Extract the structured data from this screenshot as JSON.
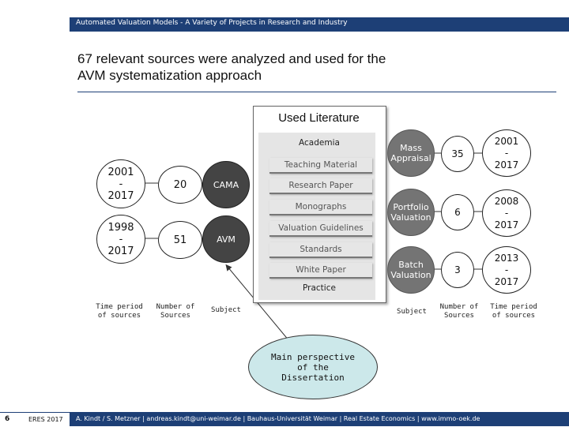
{
  "header": {
    "text": "Automated Valuation Models - A Variety of Projects in Research and Industry"
  },
  "title": {
    "line1": "67 relevant sources were analyzed and used for the",
    "line2": "AVM systematization approach"
  },
  "literature": {
    "title": "Used Literature",
    "academia": "Academia",
    "practice": "Practice",
    "items": [
      "Teaching Material",
      "Research Paper",
      "Monographs",
      "Valuation Guidelines",
      "Standards",
      "White Paper"
    ]
  },
  "left": {
    "rows": [
      {
        "period": [
          "2001",
          "-",
          "2017"
        ],
        "count": "20",
        "subject": "CAMA"
      },
      {
        "period": [
          "1998",
          "-",
          "2017"
        ],
        "count": "51",
        "subject": "AVM"
      }
    ],
    "captions": {
      "time": [
        "Time period",
        "of sources"
      ],
      "number": [
        "Number of",
        "Sources"
      ],
      "subject": "Subject"
    }
  },
  "right": {
    "rows": [
      {
        "subject": [
          "Mass",
          "Appraisal"
        ],
        "count": "35",
        "period": [
          "2001",
          "-",
          "2017"
        ]
      },
      {
        "subject": [
          "Portfolio",
          "Valuation"
        ],
        "count": "6",
        "period": [
          "2008",
          "-",
          "2017"
        ]
      },
      {
        "subject": [
          "Batch",
          "Valuation"
        ],
        "count": "3",
        "period": [
          "2013",
          "-",
          "2017"
        ]
      }
    ],
    "captions": {
      "subject": "Subject",
      "number": [
        "Number of",
        "Sources"
      ],
      "time": [
        "Time period",
        "of sources"
      ]
    }
  },
  "perspective": [
    "Main perspective",
    "of the",
    "Dissertation"
  ],
  "footer": {
    "page": "6",
    "conference": "ERES 2017",
    "text": "A. Kindt / S. Metzner | andreas.kindt@uni-weimar.de | Bauhaus-Universität Weimar | Real Estate Economics | www.immo-oek.de"
  },
  "colors": {
    "brand": "#1d3f76",
    "perspective": "#cce8ea"
  }
}
